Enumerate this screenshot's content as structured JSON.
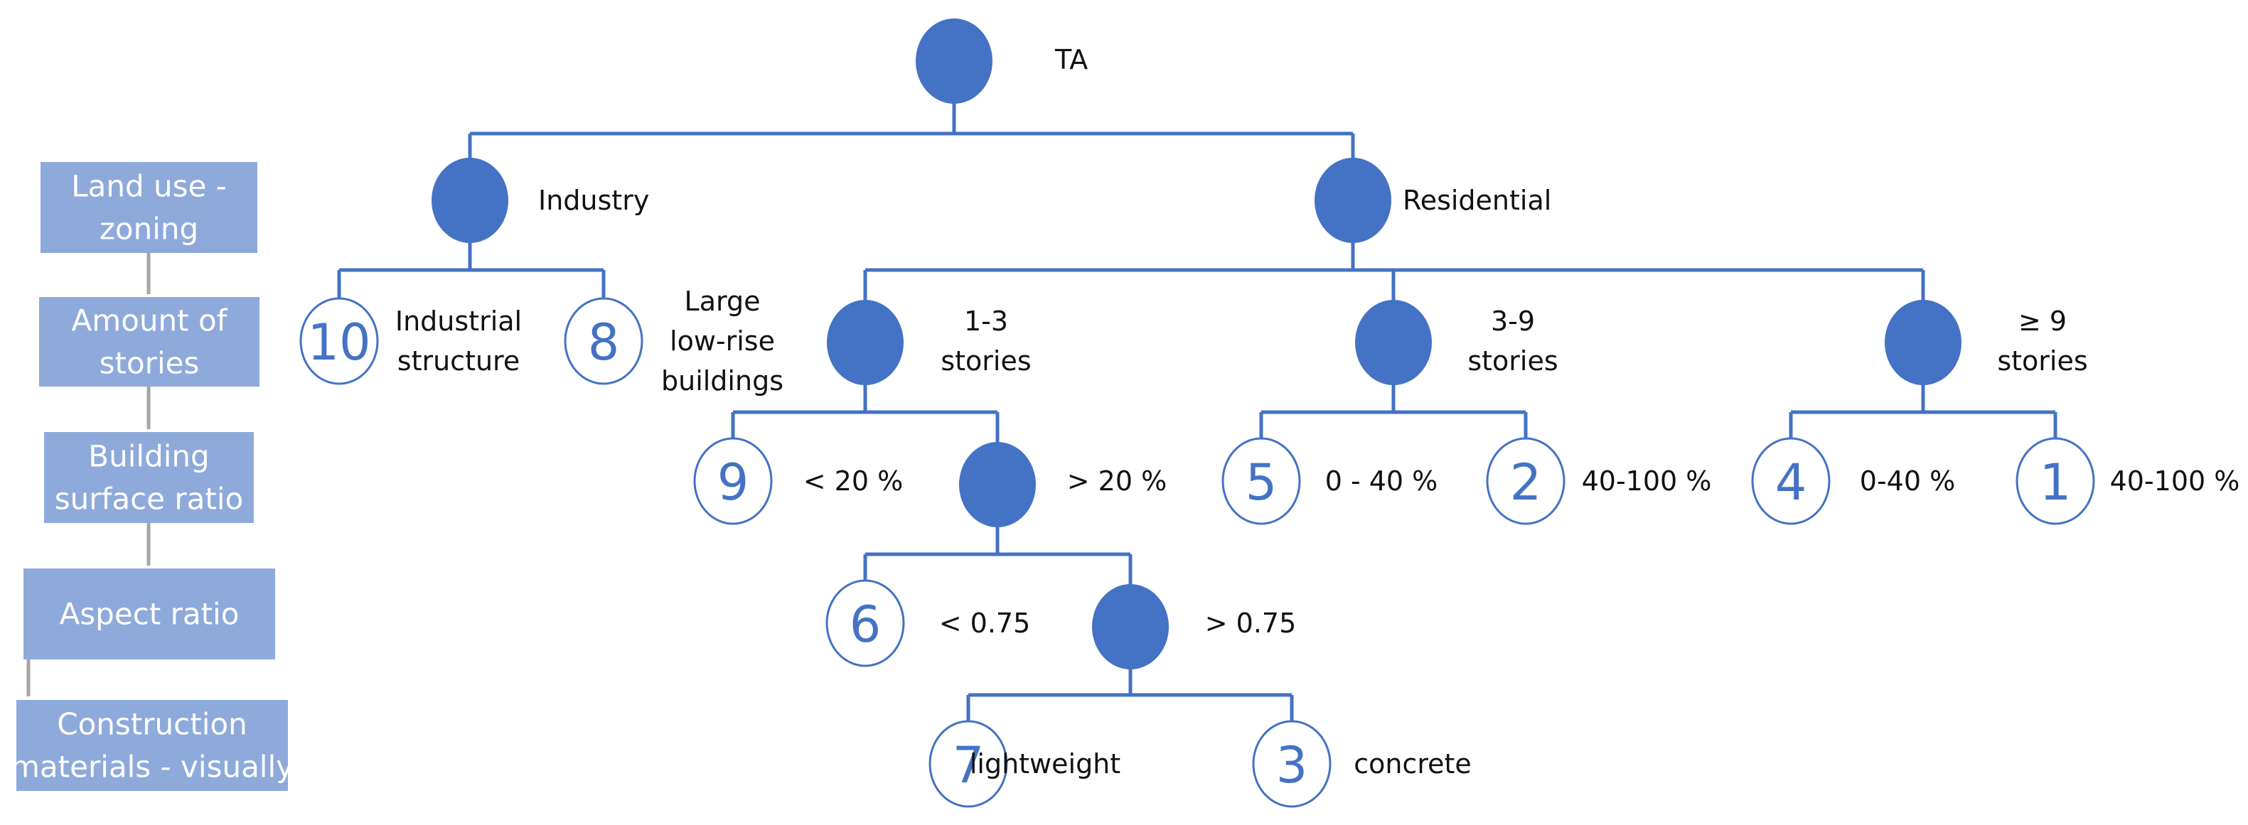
{
  "colors": {
    "node_fill": "#4472c4",
    "line": "#4472c4",
    "legend_box": "#8eaadb",
    "legend_connector": "#a6a6a6",
    "leaf_stroke": "#4472c4",
    "text": "#111111"
  },
  "legend": {
    "levels": [
      {
        "lines": [
          "Land use -",
          "zoning"
        ]
      },
      {
        "lines": [
          "Amount of",
          "stories"
        ]
      },
      {
        "lines": [
          "Building",
          "surface ratio"
        ]
      },
      {
        "lines": [
          "Aspect ratio"
        ]
      },
      {
        "lines": [
          "Construction",
          "materials - visually"
        ]
      }
    ]
  },
  "tree": {
    "root": {
      "label": [
        "TA"
      ]
    },
    "nodes": [
      {
        "id": "industry",
        "label": [
          "Industry"
        ]
      },
      {
        "id": "residential",
        "label": [
          "Residential"
        ]
      },
      {
        "id": "stories-1-3",
        "label": [
          "1-3",
          "stories"
        ]
      },
      {
        "id": "stories-3-9",
        "label": [
          "3-9",
          "stories"
        ]
      },
      {
        "id": "stories-9plus",
        "label": [
          "≥ 9",
          "stories"
        ]
      },
      {
        "id": "bsr-over-20",
        "label": [
          "> 20 %"
        ]
      },
      {
        "id": "aspect-over-075",
        "label": [
          "> 0.75"
        ]
      }
    ],
    "leaves": [
      {
        "id": "leaf-10",
        "number": "10",
        "label": [
          "Industrial",
          "structure"
        ]
      },
      {
        "id": "leaf-8",
        "number": "8",
        "label": [
          "Large",
          "low-rise",
          "buildings"
        ]
      },
      {
        "id": "leaf-9",
        "number": "9",
        "label": [
          "< 20 %"
        ]
      },
      {
        "id": "leaf-5",
        "number": "5",
        "label": [
          "0 - 40 %"
        ]
      },
      {
        "id": "leaf-2",
        "number": "2",
        "label": [
          "40-100 %"
        ]
      },
      {
        "id": "leaf-4",
        "number": "4",
        "label": [
          "0-40 %"
        ]
      },
      {
        "id": "leaf-1",
        "number": "1",
        "label": [
          "40-100 %"
        ]
      },
      {
        "id": "leaf-6",
        "number": "6",
        "label": [
          "< 0.75"
        ]
      },
      {
        "id": "leaf-7",
        "number": "7",
        "label": [
          "lightweight"
        ]
      },
      {
        "id": "leaf-3",
        "number": "3",
        "label": [
          "concrete"
        ]
      }
    ]
  }
}
